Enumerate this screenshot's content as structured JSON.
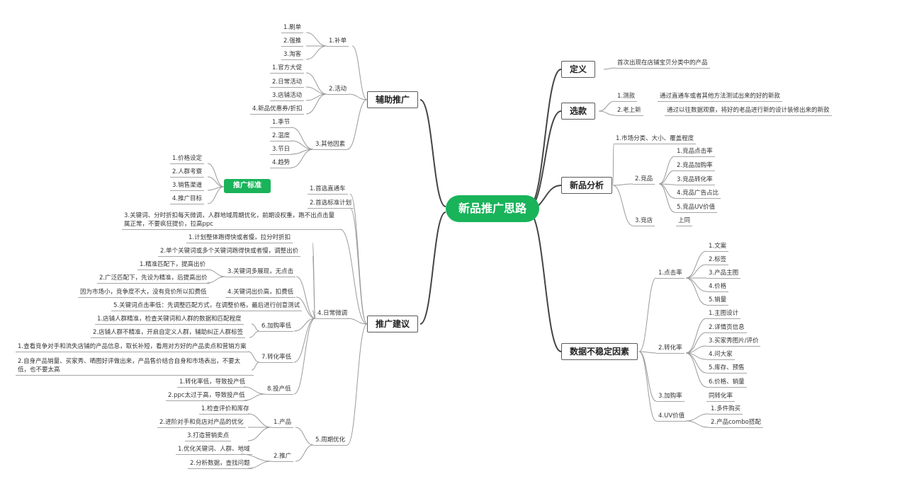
{
  "root": "新品推广思路",
  "right": {
    "define": {
      "label": "定义",
      "text": "首次出现在店铺宝贝分类中的产品"
    },
    "select": {
      "label": "选款",
      "items": [
        {
          "label": "1.测款",
          "text": "通过直通车或者其他方法测试出来的好的新款"
        },
        {
          "label": "2.老上新",
          "text": "通过以往数据观察，将好的老品进行新的设计装修出来的新款"
        }
      ]
    },
    "analysis": {
      "label": "新品分析",
      "market": "1.市场分类、大小、覆盖程度",
      "goods": {
        "label": "2.竞品",
        "items": [
          "1.竞品点击率",
          "2.竞品加购率",
          "3.竞品转化率",
          "4.竞品广告占比",
          "5.竞品UV价值"
        ]
      },
      "store": {
        "label": "3.竞店",
        "text": "上同"
      }
    },
    "unstable": {
      "label": "数据不稳定因素",
      "ctr": {
        "label": "1.点击率",
        "items": [
          "1.文案",
          "2.标签",
          "3.产品主图",
          "4.价格",
          "5.销量"
        ]
      },
      "cvr": {
        "label": "2.转化率",
        "items": [
          "1.主图设计",
          "2.详情页信息",
          "3.买家秀图片/评价",
          "4.问大家",
          "5.库存、预售",
          "6.价格、销量"
        ]
      },
      "cart": {
        "label": "3.加购率",
        "text": "同转化率"
      },
      "uv": {
        "label": "4.UV价值",
        "items": [
          "1.多件购买",
          "2.产品combo搭配"
        ]
      }
    }
  },
  "left": {
    "aux": {
      "label": "辅助推广",
      "supp": {
        "label": "1.补单",
        "items": [
          "1.刷单",
          "2.强推",
          "3.淘客"
        ]
      },
      "act": {
        "label": "2.活动",
        "items": [
          "1.官方大促",
          "2.日常活动",
          "3.店铺活动",
          "4.新品优惠券/折扣"
        ]
      },
      "other": {
        "label": "3.其他因素",
        "items": [
          "1.季节",
          "2.温度",
          "3.节日",
          "4.趋势"
        ]
      }
    },
    "standard": {
      "label": "推广标准",
      "items": [
        "1.价格设定",
        "2.人群考察",
        "3.销售渠道",
        "4.推广目标"
      ]
    },
    "advice": {
      "label": "推广建议",
      "s1": "1.首选直通车",
      "s2": "2.首选标准计划",
      "s3": "3.关键词、分时折扣每天微调，人群地域周期优化，前期设权重，跑不出点击量属正常，不要疯狂提价，拉高ppc",
      "daily": {
        "label": "4.日常微调",
        "top1": "1.计划整体跑得快或者慢，拉分时折扣",
        "top2": "2.单个关键词或多个关键词跑得快或者慢，调整出价",
        "g3": {
          "label": "3.关键词多展现，无点击",
          "items": [
            "1.精准匹配下，提高出价",
            "2.广泛匹配下，先设为精准，后提高出价"
          ]
        },
        "g4": {
          "label": "4.关键词出价高，扣费低",
          "text": "因为市场小，竞争度不大，没有竞价所以扣费低"
        },
        "g5": "5.关键词点击率低：先调整匹配方式，在调整价格，最后进行创意测试",
        "g6": {
          "label": "6.加购率低",
          "items": [
            "1.店铺人群精准，检查关键词和人群的数据和匹配程度",
            "2.店铺人群不精准，开启自定义人群，辅助纠正人群标签"
          ]
        },
        "g7": {
          "label": "7.转化率低",
          "items": [
            "1.查看竞争对手和流失店铺的产品信息，取长补短，看用对方好的产品卖点和营销方案",
            "2.自身产品销量、买家秀、晒图好评做出来，产品售价结合自身和市场表出，不要太低，也不要太高"
          ]
        },
        "g8": {
          "label": "8.投产低",
          "items": [
            "1.转化率低，导致投产低",
            "2.ppc太过于高，导致投产低"
          ]
        }
      },
      "cycle": {
        "label": "5.周期优化",
        "prod": {
          "label": "1.产品",
          "items": [
            "1.检查评价和库存",
            "2.进阶对手和竞店对产品的优化",
            "3.打造营销卖点"
          ]
        },
        "promo": {
          "label": "2.推广",
          "items": [
            "1.优化关键词、人群、地域",
            "2.分析数据，查找问题"
          ]
        }
      }
    }
  }
}
